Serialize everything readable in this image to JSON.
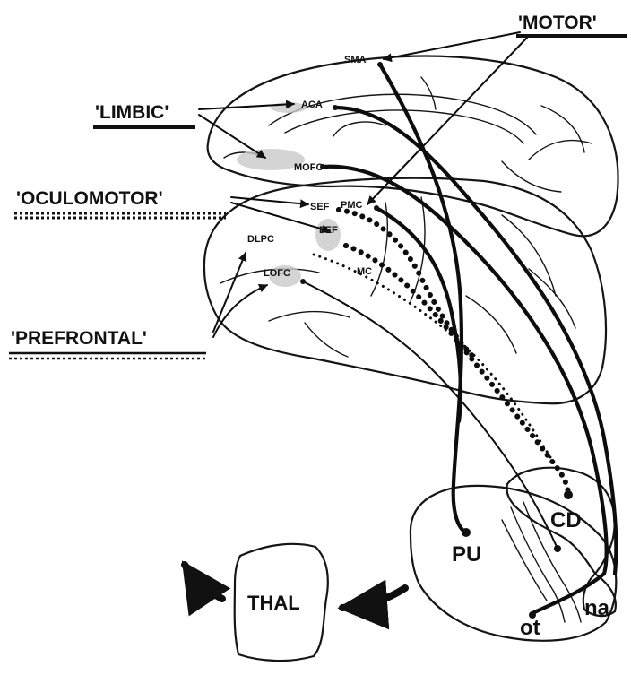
{
  "categories": {
    "motor": "'MOTOR'",
    "limbic": "'LIMBIC'",
    "oculomotor": "'OCULOMOTOR'",
    "prefrontal": "'PREFRONTAL'"
  },
  "areas": {
    "sma": "SMA",
    "aca": "ACA",
    "mofc": "MOFC",
    "sef": "SEF",
    "pmc": "PMC",
    "fef": "FEF",
    "dlpc": "DLPC",
    "lofc": "LOFC",
    "mc": "MC"
  },
  "structures": {
    "cd": "CD",
    "pu": "PU",
    "thal": "THAL",
    "ot": "ot",
    "na": "na"
  },
  "legend_styles": {
    "motor": "thick solid underline",
    "limbic": "thick solid underline",
    "oculomotor": "double dotted underline",
    "prefrontal": "solid over dotted underline"
  }
}
